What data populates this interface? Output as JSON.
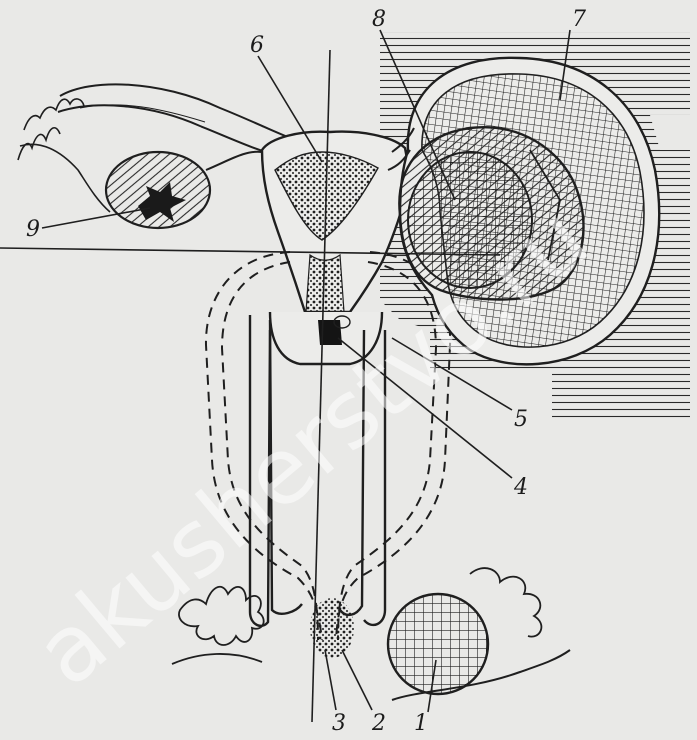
{
  "figure": {
    "labels": [
      "1",
      "2",
      "3",
      "4",
      "5",
      "6",
      "7",
      "8",
      "9"
    ],
    "watermark": "akusherstvo.ru",
    "colors": {
      "background": "#e9e9e7",
      "ink": "#1f1f1f"
    }
  }
}
